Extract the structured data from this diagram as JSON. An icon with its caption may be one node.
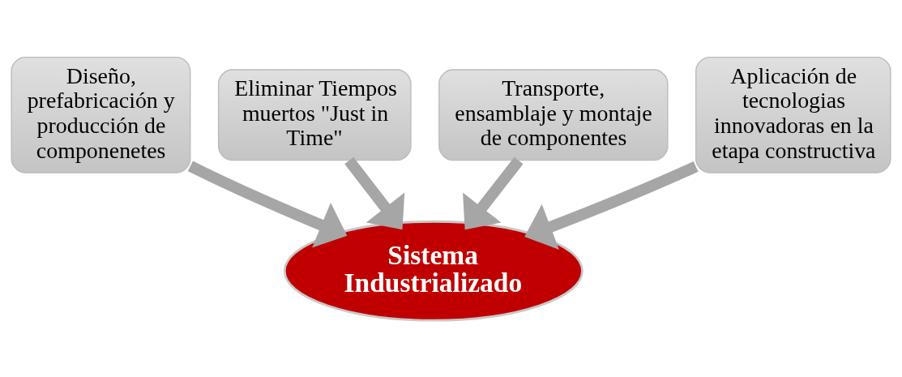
{
  "diagram": {
    "nodes": [
      {
        "text": [
          "Diseño, prefabricación y producción de componenetes"
        ]
      },
      {
        "text": [
          "Eliminar Tiempos muertos \"Just in Time\""
        ]
      },
      {
        "text": [
          "Transporte, ensamblaje y montaje de componentes"
        ]
      },
      {
        "text": [
          "Aplicación de tecnologias innovadoras en la etapa constructiva"
        ]
      },
      {
        "text": [
          "Sistema Industrializado"
        ]
      }
    ],
    "edges": [
      {
        "from": 0,
        "to": 4,
        "arrow": "to"
      },
      {
        "from": 1,
        "to": 4,
        "arrow": "to"
      },
      {
        "from": 2,
        "to": 4,
        "arrow": "to"
      },
      {
        "from": 3,
        "to": 4,
        "arrow": "to"
      }
    ]
  }
}
